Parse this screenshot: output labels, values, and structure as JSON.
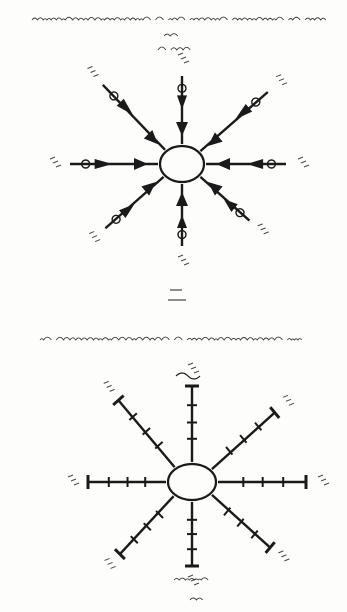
{
  "page": {
    "paper_color": "#fdfdfb",
    "ink_color": "#1a1a1a"
  },
  "manuscript": {
    "top_heading_illegible": true,
    "middle_caption_illegible": true
  },
  "upper_diagram": {
    "ray_count": 8,
    "ray_style": "arrow-with-node",
    "center": "ellipse"
  },
  "lower_diagram": {
    "ray_count": 8,
    "ray_style": "bar-with-crossticks",
    "center": "ellipse"
  }
}
